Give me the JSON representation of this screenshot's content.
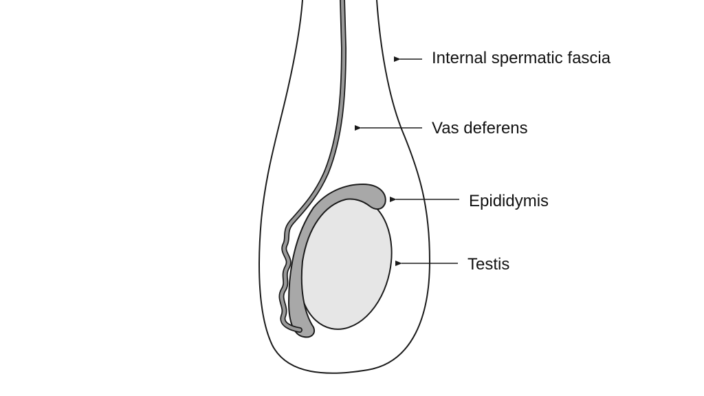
{
  "labels": {
    "internal_spermatic_fascia": "Internal spermatic fascia",
    "vas_deferens": "Vas deferens",
    "epididymis": "Epididymis",
    "testis": "Testis"
  },
  "colors": {
    "outline": "#1a1a1a",
    "epididymis_fill": "#a8a8a8",
    "vas_fill": "#9a9a9a",
    "testis_fill": "#e6e6e6",
    "background": "#ffffff"
  }
}
